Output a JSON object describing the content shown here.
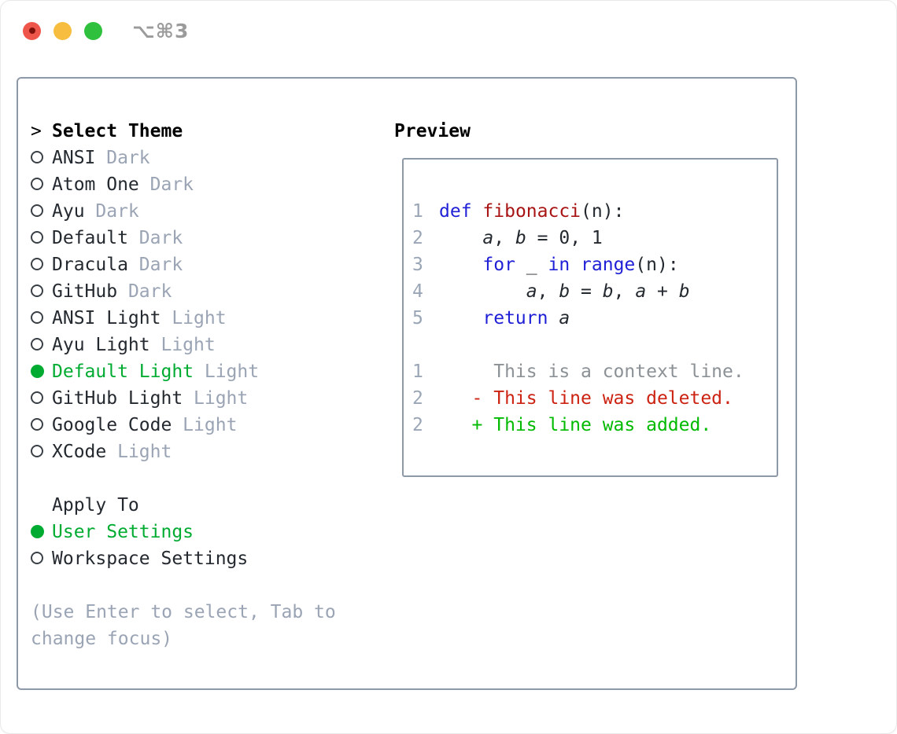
{
  "window": {
    "shortcut": "⌥⌘3",
    "traffic_lights": [
      "close",
      "minimize",
      "zoom"
    ]
  },
  "colors": {
    "keyword": "#2020d6",
    "function": "#a81414",
    "diffDelete": "#cc2211",
    "diffAdd": "#00ba00",
    "uiGreen": "#00ab32",
    "tagGray": "#9aa4b4",
    "lnGray": "#9aa6b6",
    "contextGray": "#8c9196",
    "textDark": "#24292f",
    "headerBlack": "#000000",
    "circleStroke": "#3a4046",
    "border": "#8d99a7",
    "shortcutGray": "#9b9b9b",
    "trafficRed": "#ef564b",
    "trafficRedDot": "#7e120b",
    "trafficYellow": "#f7bd3f",
    "trafficGreen": "#2fc13e"
  },
  "theme_panel": {
    "header": {
      "prefix": ">",
      "label": "Select Theme"
    },
    "themes": [
      {
        "name": "ANSI",
        "tag": "Dark",
        "selected": false
      },
      {
        "name": "Atom One",
        "tag": "Dark",
        "selected": false
      },
      {
        "name": "Ayu",
        "tag": "Dark",
        "selected": false
      },
      {
        "name": "Default",
        "tag": "Dark",
        "selected": false
      },
      {
        "name": "Dracula",
        "tag": "Dark",
        "selected": false
      },
      {
        "name": "GitHub",
        "tag": "Dark",
        "selected": false
      },
      {
        "name": "ANSI Light",
        "tag": "Light",
        "selected": false
      },
      {
        "name": "Ayu Light",
        "tag": "Light",
        "selected": false
      },
      {
        "name": "Default Light",
        "tag": "Light",
        "selected": true
      },
      {
        "name": "GitHub Light",
        "tag": "Light",
        "selected": false
      },
      {
        "name": "Google Code",
        "tag": "Light",
        "selected": false
      },
      {
        "name": "XCode",
        "tag": "Light",
        "selected": false
      }
    ],
    "apply_to": {
      "header": "Apply To",
      "options": [
        {
          "name": "User Settings",
          "selected": true
        },
        {
          "name": "Workspace Settings",
          "selected": false
        }
      ]
    },
    "help": [
      "(Use Enter to select, Tab to",
      "change focus)"
    ]
  },
  "preview": {
    "title": "Preview",
    "code_lines": [
      {
        "num": "1",
        "segments": [
          {
            "t": "def",
            "c": "kw"
          },
          {
            "t": " "
          },
          {
            "t": "fibonacci",
            "c": "fn"
          },
          {
            "t": "(n):"
          }
        ]
      },
      {
        "num": "2",
        "segments": [
          {
            "t": "    "
          },
          {
            "t": "a",
            "c": "var"
          },
          {
            "t": ", "
          },
          {
            "t": "b",
            "c": "var"
          },
          {
            "t": " = 0, 1"
          }
        ]
      },
      {
        "num": "3",
        "segments": [
          {
            "t": "    "
          },
          {
            "t": "for",
            "c": "kw"
          },
          {
            "t": " _ "
          },
          {
            "t": "in",
            "c": "kw"
          },
          {
            "t": " "
          },
          {
            "t": "range",
            "c": "kw"
          },
          {
            "t": "(n):"
          }
        ]
      },
      {
        "num": "4",
        "segments": [
          {
            "t": "        "
          },
          {
            "t": "a",
            "c": "var"
          },
          {
            "t": ", "
          },
          {
            "t": "b",
            "c": "var"
          },
          {
            "t": " = "
          },
          {
            "t": "b",
            "c": "var"
          },
          {
            "t": ", "
          },
          {
            "t": "a",
            "c": "var"
          },
          {
            "t": " + "
          },
          {
            "t": "b",
            "c": "var"
          }
        ]
      },
      {
        "num": "5",
        "segments": [
          {
            "t": "    "
          },
          {
            "t": "return",
            "c": "kw"
          },
          {
            "t": " "
          },
          {
            "t": "a",
            "c": "var"
          }
        ]
      },
      {
        "num": "",
        "segments": []
      },
      {
        "num": "1",
        "segments": [
          {
            "t": "     This is a context line.",
            "c": "ctx"
          }
        ]
      },
      {
        "num": "2",
        "segments": [
          {
            "t": "   - This line was deleted.",
            "c": "del"
          }
        ]
      },
      {
        "num": "2",
        "segments": [
          {
            "t": "   + This line was added.",
            "c": "add"
          }
        ]
      }
    ]
  }
}
